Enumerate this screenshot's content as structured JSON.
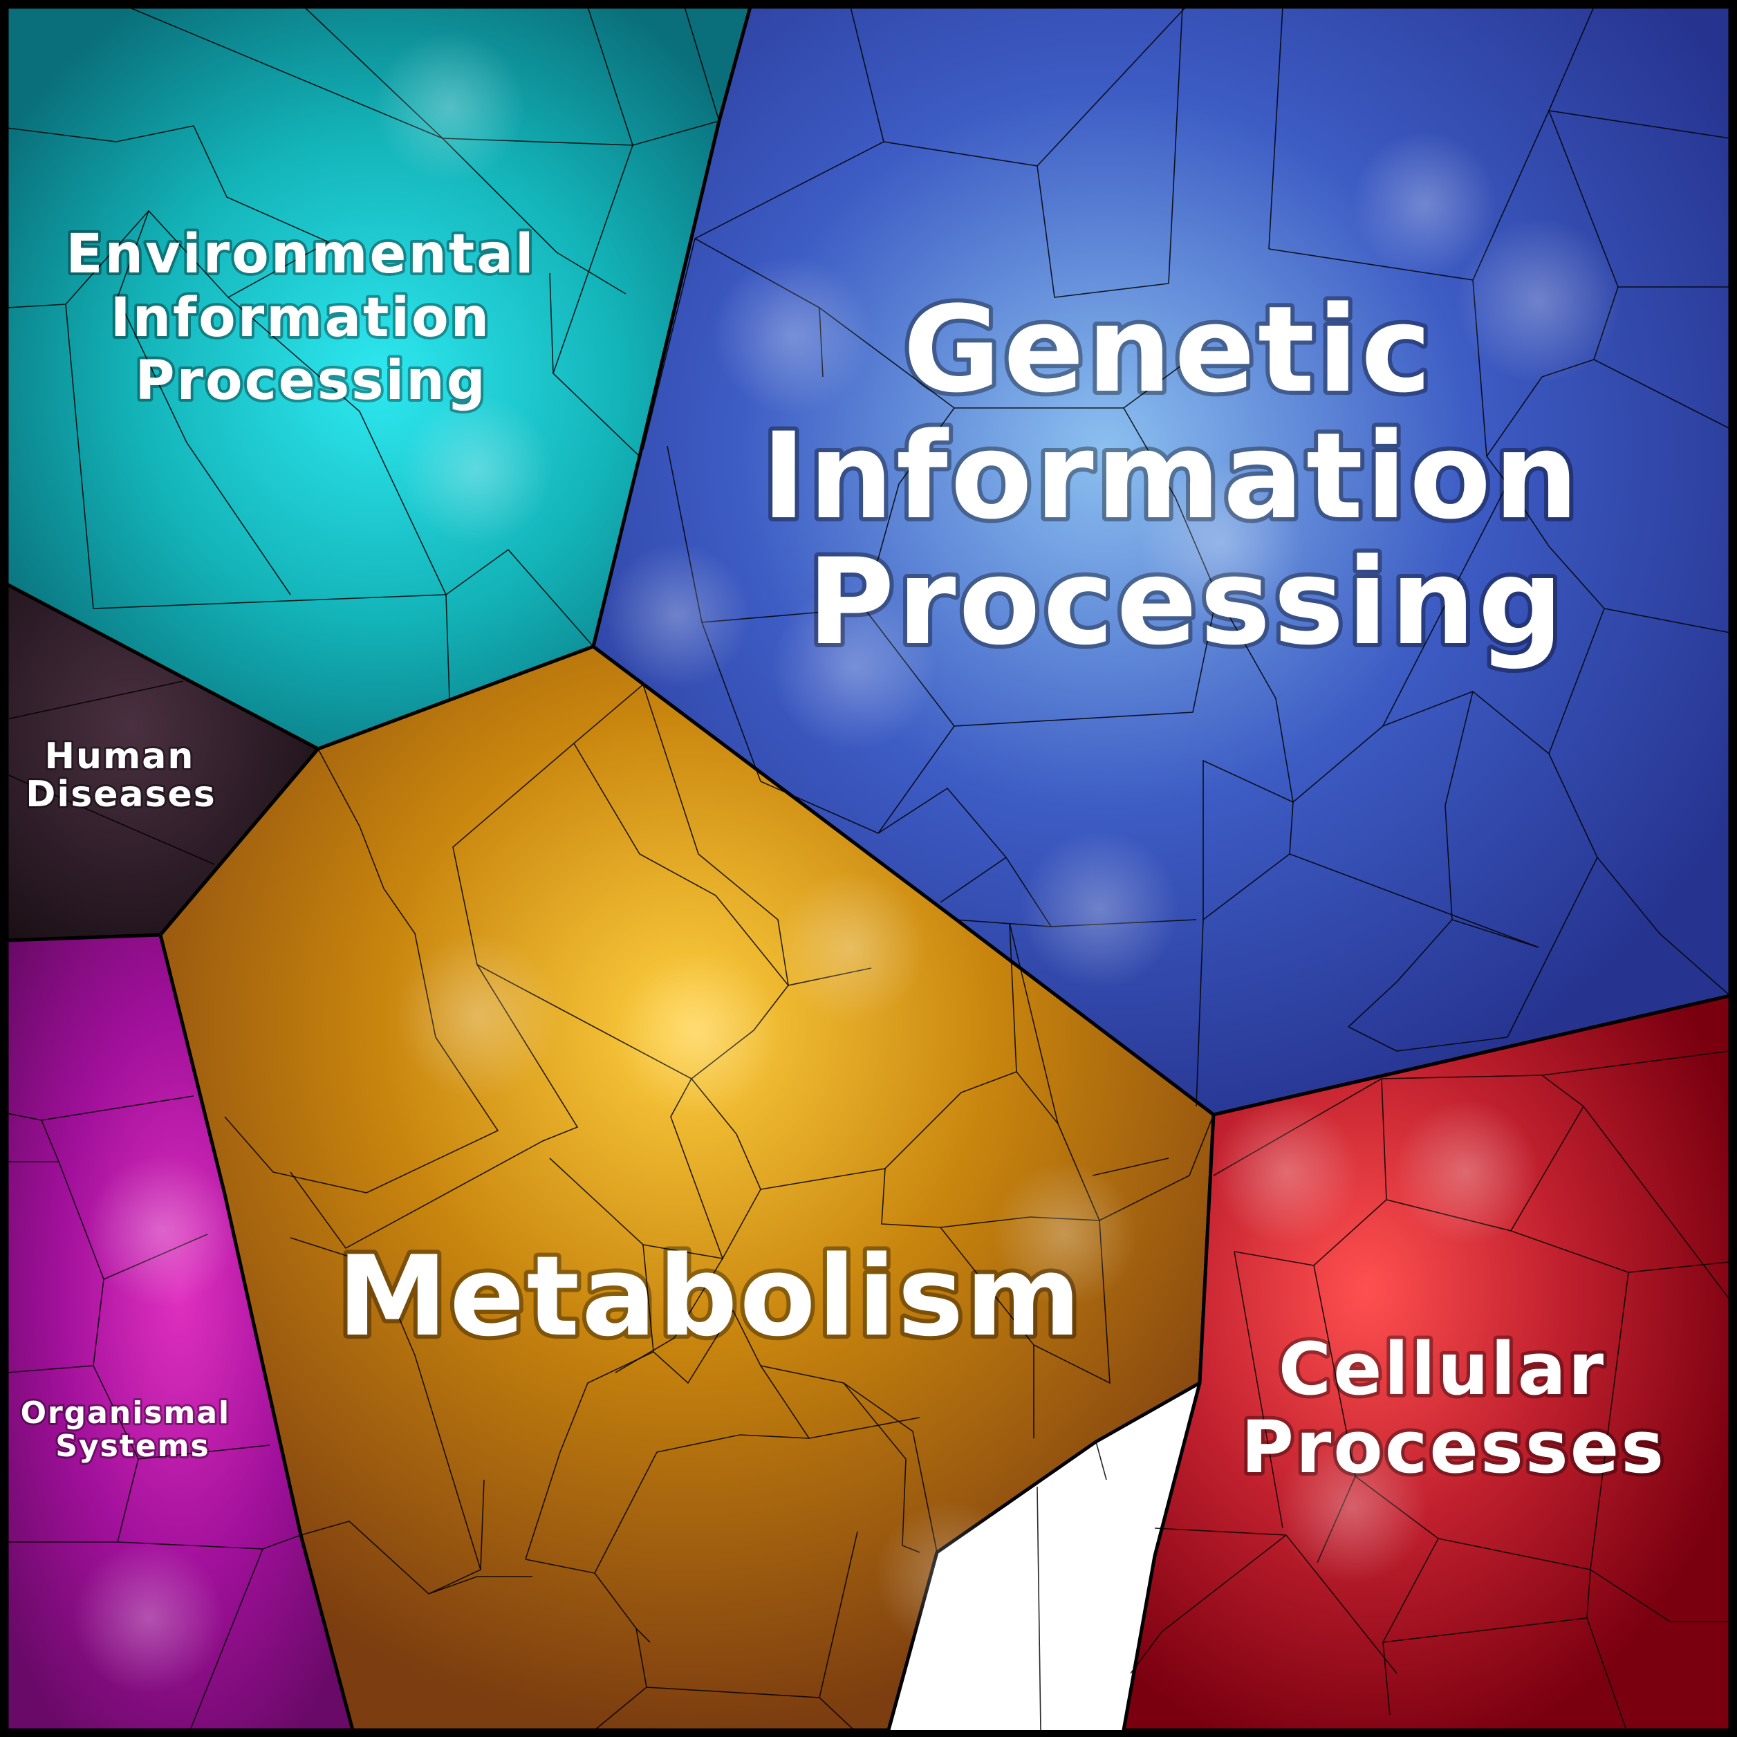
{
  "diagram": {
    "kind": "voronoi-treemap",
    "title": "",
    "regions": [
      {
        "id": "environmental",
        "label_lines": [
          "Environmental",
          "Information",
          "Processing"
        ],
        "base_color": "#13b3b8",
        "highlight_color": "#2ee8f0",
        "shade_color": "#0a6f7a"
      },
      {
        "id": "genetic",
        "label_lines": [
          "Genetic",
          "Information",
          "Processing"
        ],
        "base_color": "#3d5cc4",
        "highlight_color": "#8cc0f0",
        "shade_color": "#26338f"
      },
      {
        "id": "human-diseases",
        "label_lines": [
          "Human",
          "Diseases"
        ],
        "base_color": "#2e1d28",
        "highlight_color": "#4a3040",
        "shade_color": "#1c1016"
      },
      {
        "id": "metabolism",
        "label_lines": [
          "Metabolism"
        ],
        "base_color": "#c8850e",
        "highlight_color": "#ffd040",
        "shade_color": "#7c3d10"
      },
      {
        "id": "organismal",
        "label_lines": [
          "Organismal",
          "Systems"
        ],
        "base_color": "#a0109a",
        "highlight_color": "#e030c0",
        "shade_color": "#6a0a68"
      },
      {
        "id": "cellular",
        "label_lines": [
          "Cellular",
          "Processes"
        ],
        "base_color": "#c0202e",
        "highlight_color": "#ff5050",
        "shade_color": "#7a0010"
      }
    ]
  }
}
